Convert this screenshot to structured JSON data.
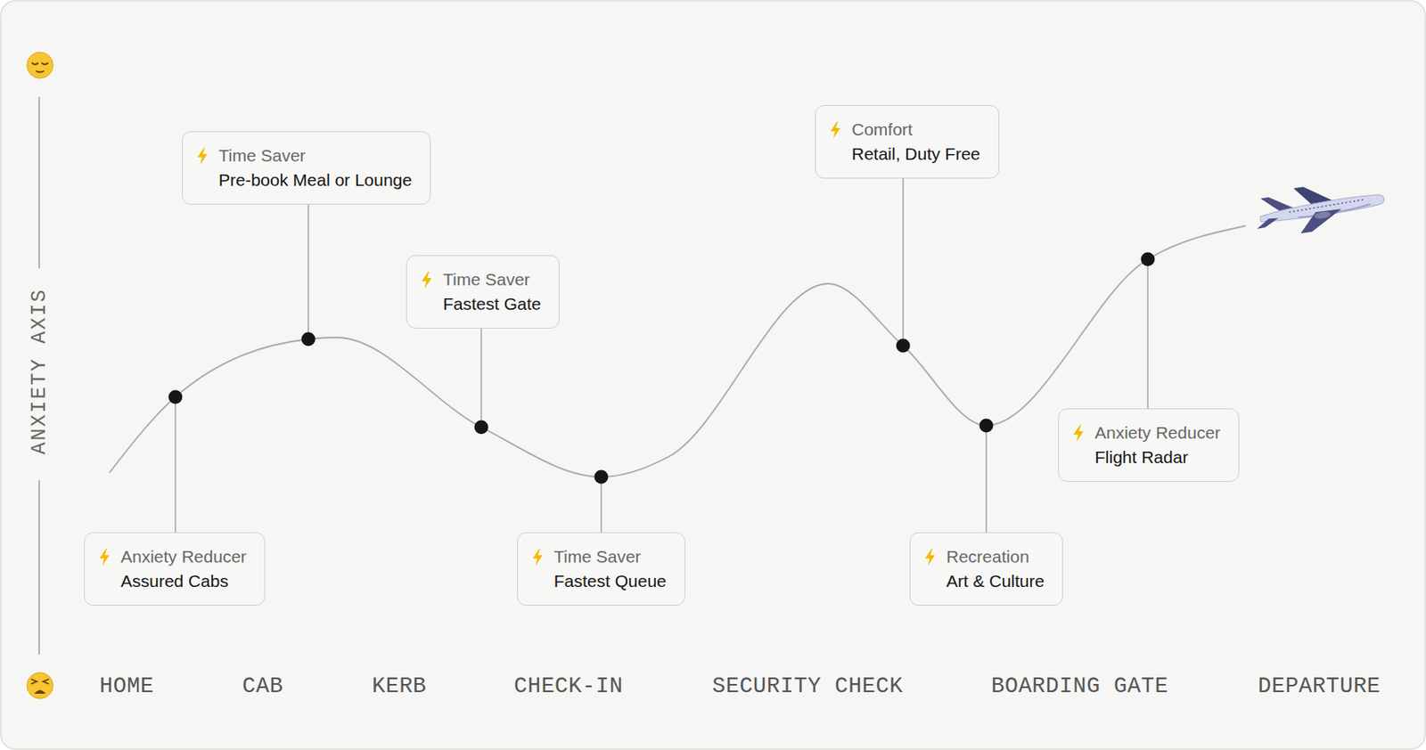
{
  "diagram": {
    "nodes": [
      {
        "text": [
          "Anxiety Reducer",
          "Assured Cabs"
        ]
      },
      {
        "text": [
          "Time Saver",
          "Pre-book Meal or Lounge"
        ]
      },
      {
        "text": [
          "Time Saver",
          "Fastest Gate"
        ]
      },
      {
        "text": [
          "Time Saver",
          "Fastest Queue"
        ]
      },
      {
        "text": [
          "Comfort",
          "Retail, Duty Free"
        ]
      },
      {
        "text": [
          "Recreation",
          "Art & Culture"
        ]
      },
      {
        "text": [
          "Anxiety Reducer",
          "Flight Radar"
        ]
      }
    ],
    "edges": [],
    "labels": [
      "ANXIETY AXIS",
      "HOME",
      "CAB",
      "KERB",
      "CHECK-IN",
      "SECURITY CHECK",
      "BOARDING GATE",
      "DEPARTURE"
    ]
  }
}
